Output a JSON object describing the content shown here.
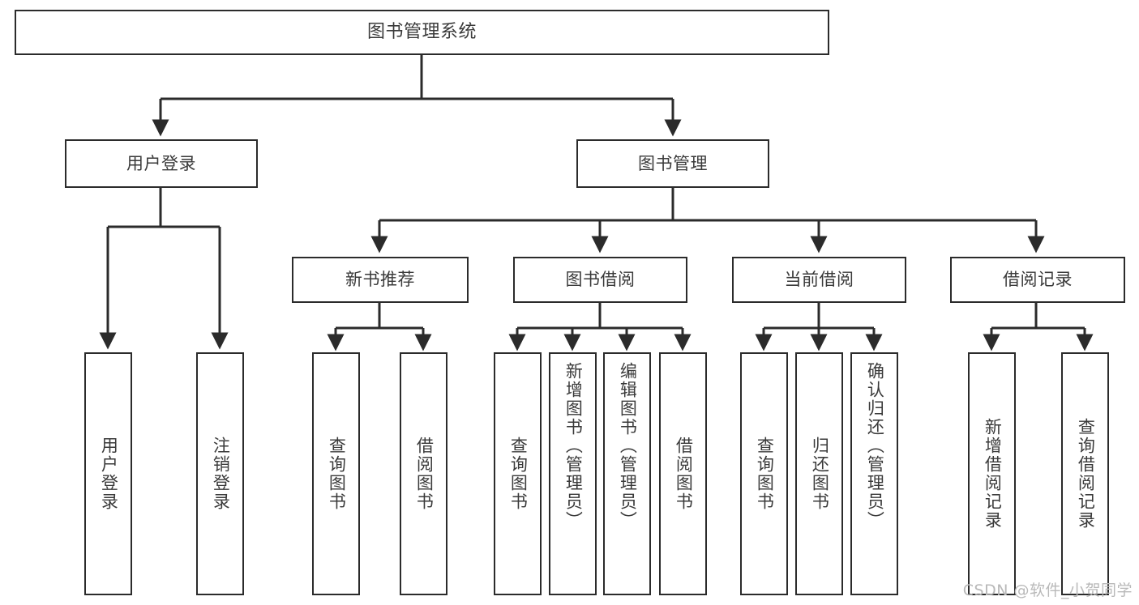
{
  "diagram": {
    "title": "图书管理系统",
    "type": "tree",
    "root": {
      "label": "图书管理系统"
    },
    "level1": [
      {
        "label": "用户登录"
      },
      {
        "label": "图书管理"
      }
    ],
    "level2": [
      {
        "label": "新书推荐"
      },
      {
        "label": "图书借阅"
      },
      {
        "label": "当前借阅"
      },
      {
        "label": "借阅记录"
      }
    ],
    "leaves": {
      "user_login": [
        {
          "label": "用户登录"
        },
        {
          "label": "注销登录"
        }
      ],
      "new_book_recommend": [
        {
          "label": "查询图书"
        },
        {
          "label": "借阅图书"
        }
      ],
      "book_borrow": [
        {
          "label": "查询图书"
        },
        {
          "label": "新增图书（管理员）"
        },
        {
          "label": "编辑图书（管理员）"
        },
        {
          "label": "借阅图书"
        }
      ],
      "current_borrow": [
        {
          "label": "查询图书"
        },
        {
          "label": "归还图书"
        },
        {
          "label": "确认归还（管理员）"
        }
      ],
      "borrow_records": [
        {
          "label": "新增借阅记录"
        },
        {
          "label": "查询借阅记录"
        }
      ]
    }
  },
  "watermark": {
    "text": "CSDN @软件_小贺同学"
  },
  "colors": {
    "stroke": "#2b2b2b",
    "text": "#3a3a3a",
    "background": "#ffffff",
    "watermark": "#b9b9b9"
  }
}
